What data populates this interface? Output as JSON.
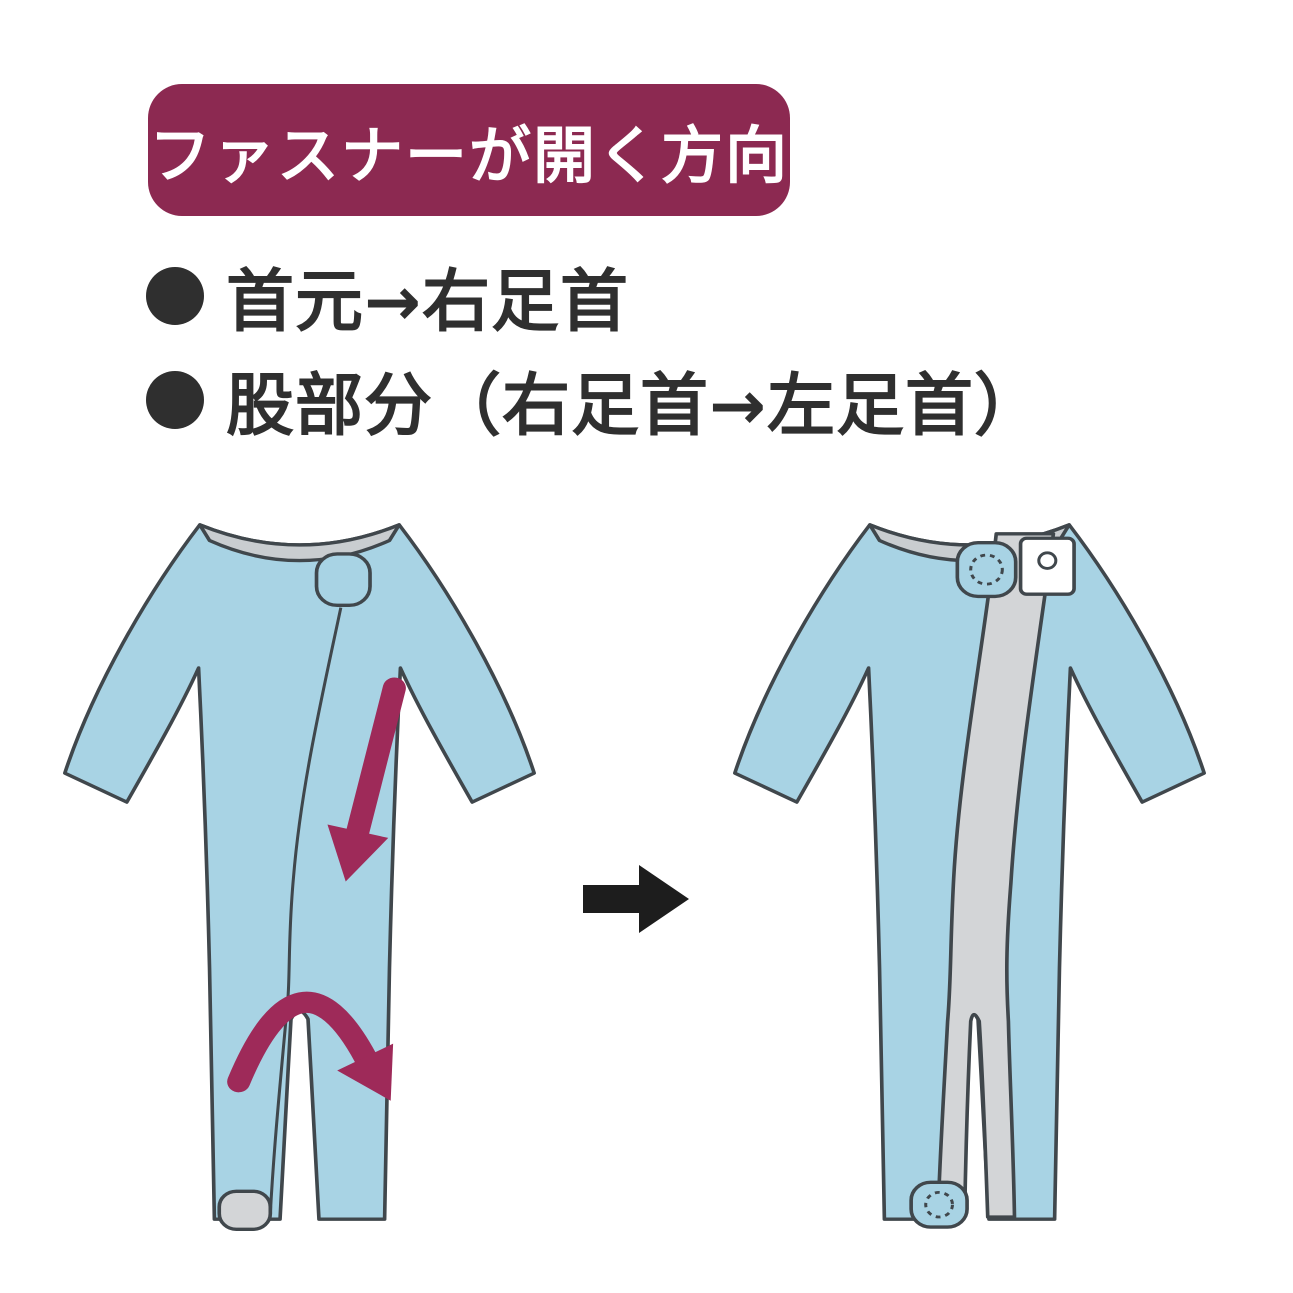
{
  "header": {
    "label": "ファスナーが開く方向"
  },
  "bullets": [
    {
      "label": "首元→右足首"
    },
    {
      "label": "股部分（右足首→左足首）"
    }
  ],
  "diagram": {
    "left_figure": "romper-zipper-closed",
    "right_figure": "romper-zipper-open",
    "transition": "right-arrow",
    "icons": [
      "zipper-direction-arrow-down",
      "zipper-direction-arrow-crotch",
      "neck-snap-dotted-circle",
      "ankle-snap-dotted-circle"
    ]
  },
  "colors": {
    "background": "#ffffff",
    "header_bg": "#8c2951",
    "header_text": "#ffffff",
    "body_text": "#2f2f2f",
    "bullet_dot": "#2f2f2f",
    "garment_blue": "#a8d3e4",
    "garment_outline": "#40474c",
    "collar_gray": "#c9cdd0",
    "lining_gray": "#d3d5d7",
    "zipper_arrow_maroon": "#9e2a59",
    "transition_arrow_black": "#1d1d1d"
  }
}
